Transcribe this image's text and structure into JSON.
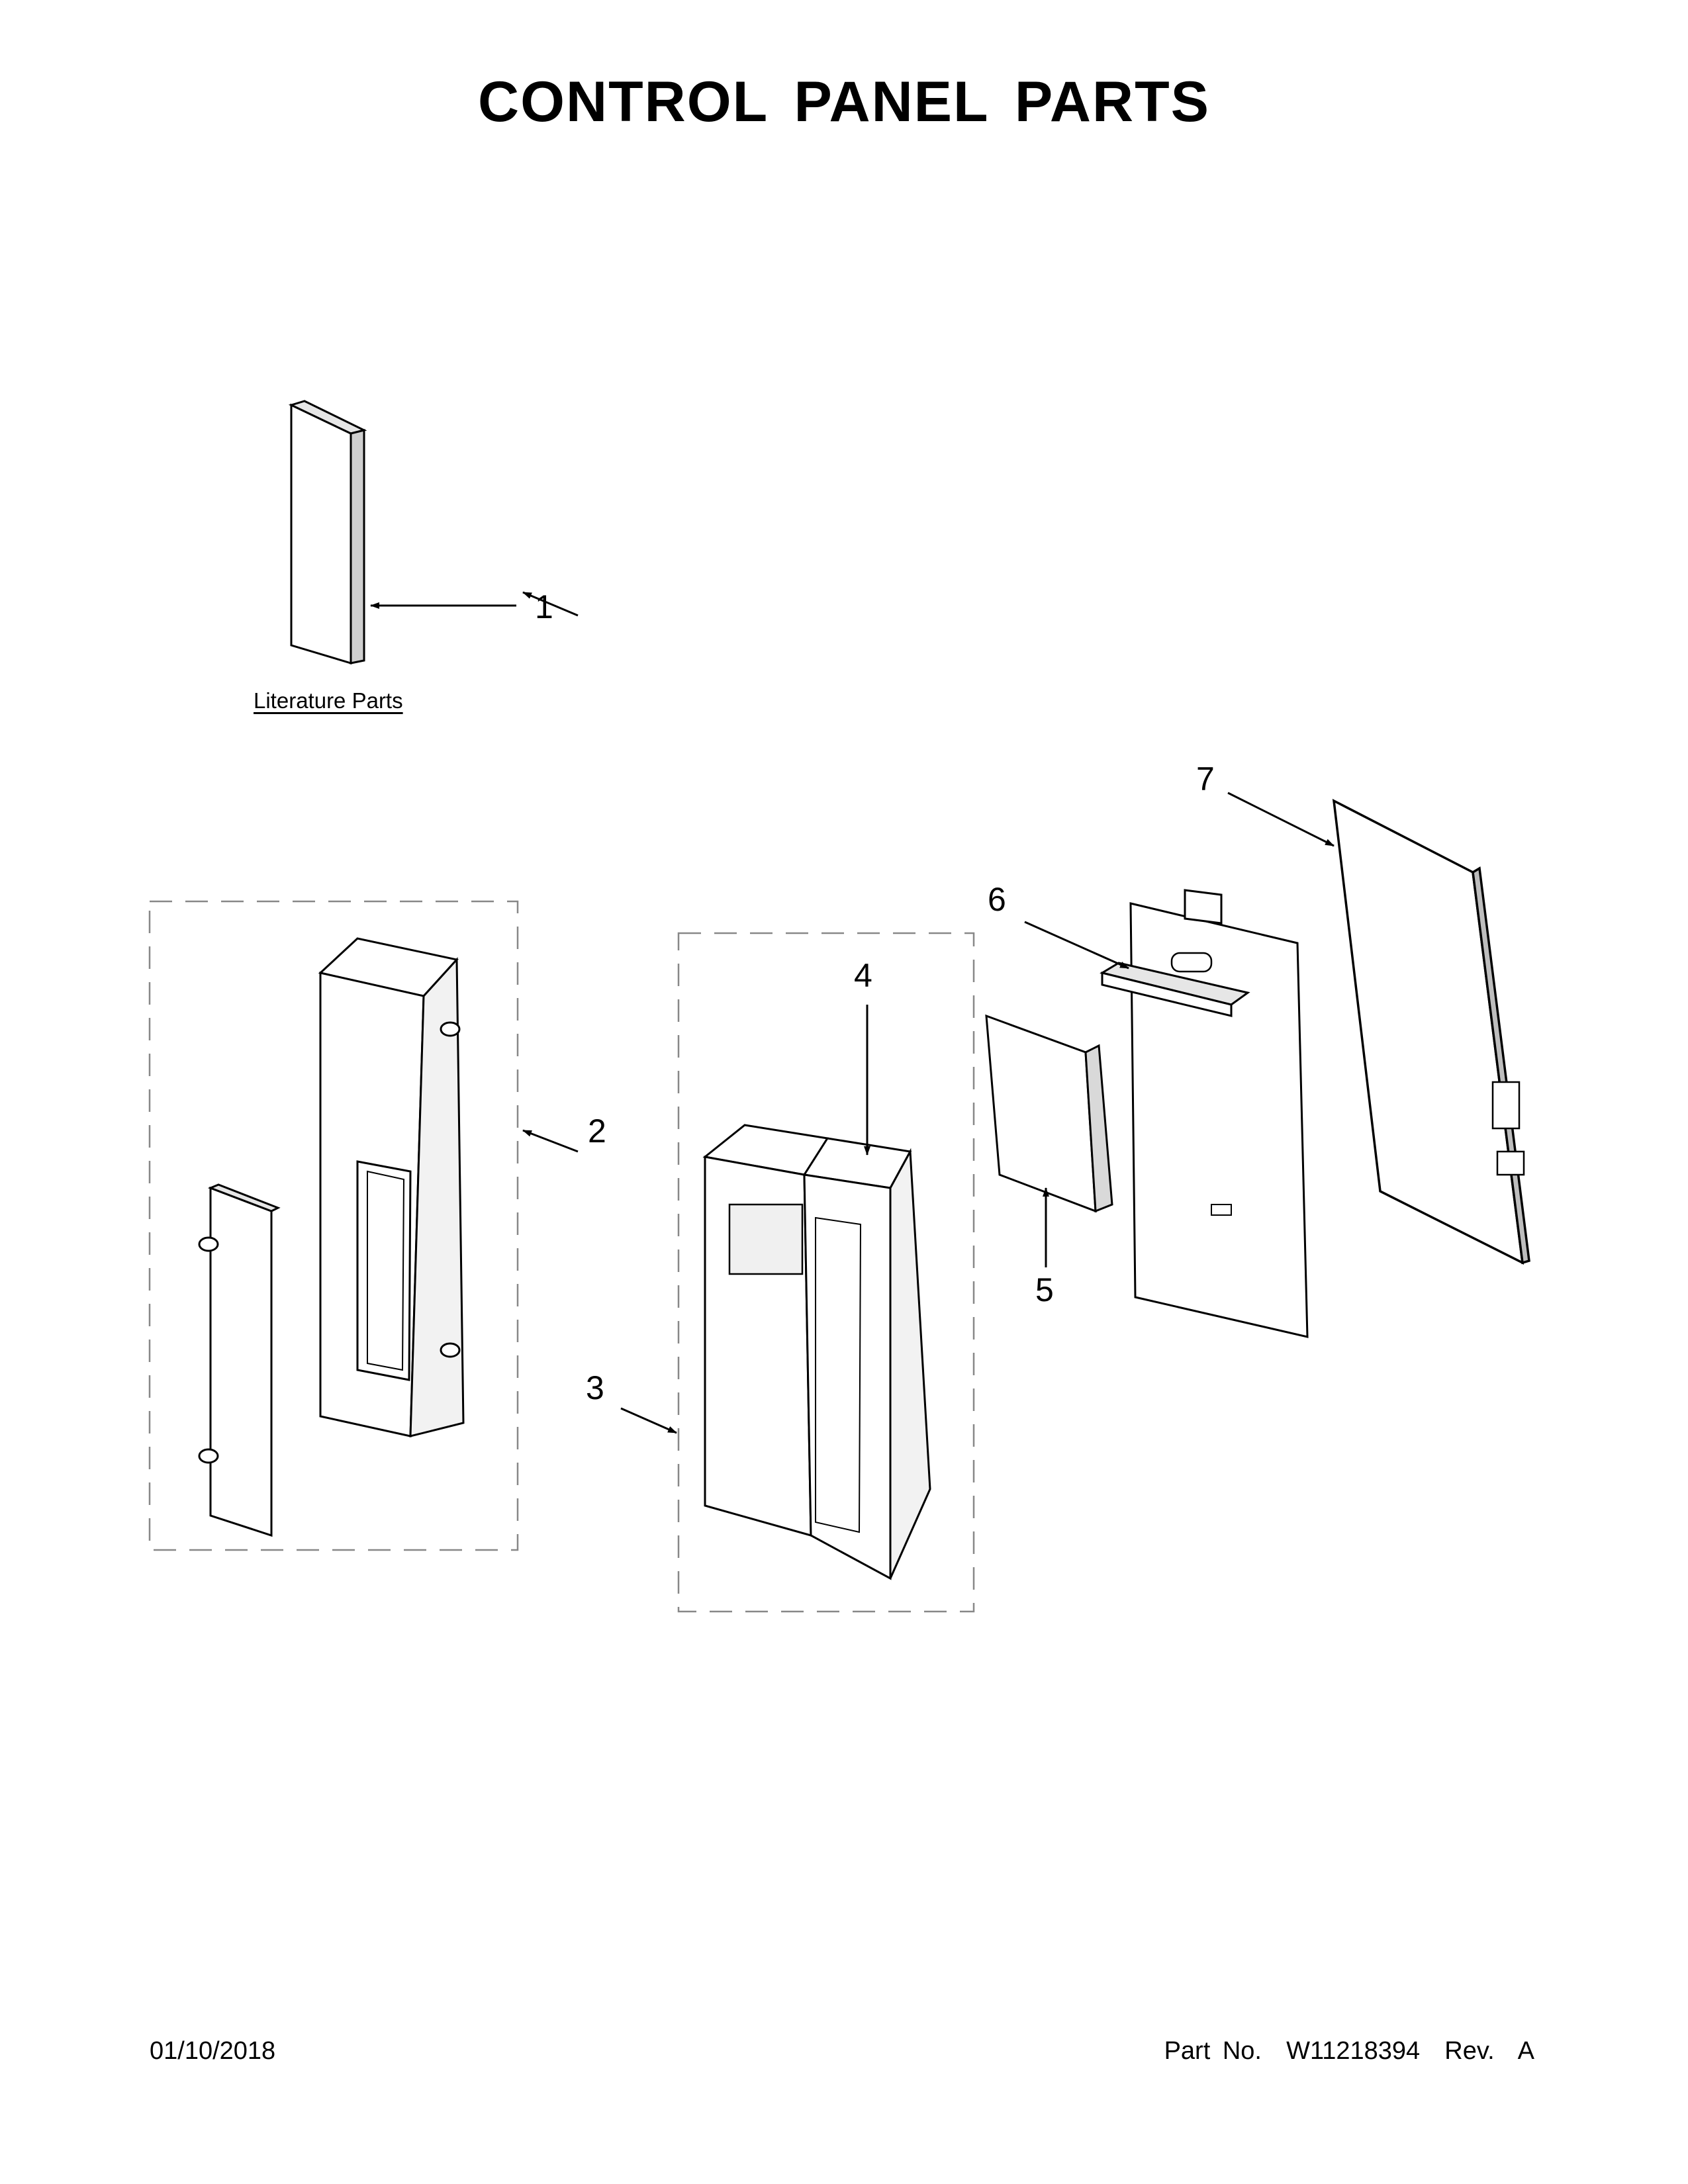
{
  "title": "CONTROL PANEL PARTS",
  "literature_label": "Literature Parts",
  "callouts": [
    {
      "label": "1",
      "part": "literature"
    },
    {
      "label": "2",
      "part": "control-panel-housing"
    },
    {
      "label": "3",
      "part": "control-panel-fascia"
    },
    {
      "label": "4",
      "part": "fascia-trim"
    },
    {
      "label": "5",
      "part": "small-control-board"
    },
    {
      "label": "6",
      "part": "control-board-bracket"
    },
    {
      "label": "7",
      "part": "main-control-board"
    }
  ],
  "footer": {
    "date": "01/10/2018",
    "part_no": "Part No.  W11218394  Rev.  A"
  },
  "colors": {
    "ink": "#000000",
    "paper": "#ffffff",
    "shade": "#d9d9d9"
  }
}
